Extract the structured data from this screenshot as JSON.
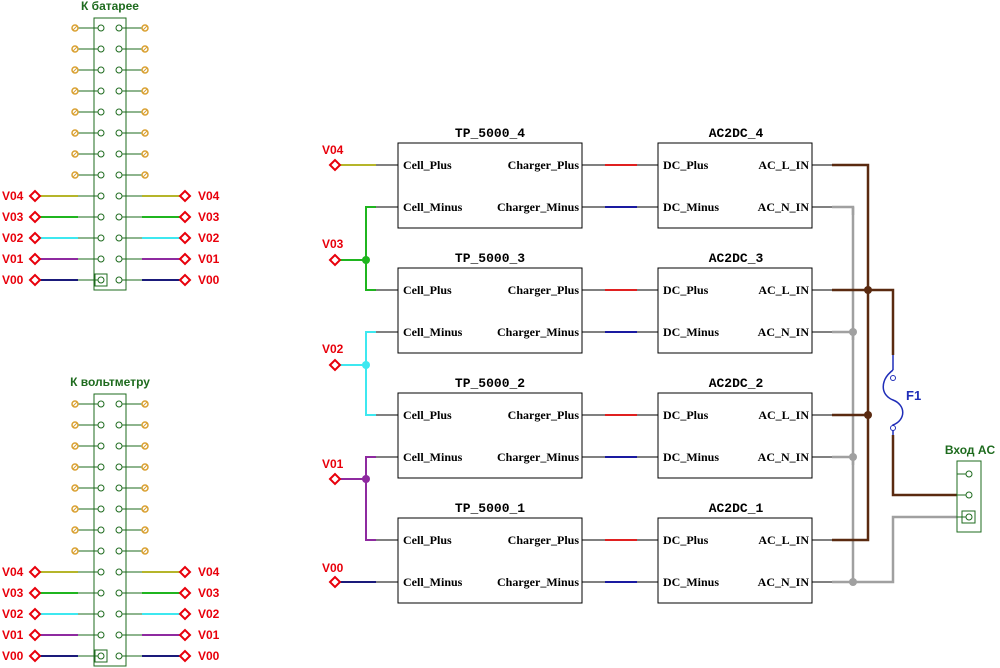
{
  "colors": {
    "net_label": "#e8000b",
    "connector": "#1e6b1e",
    "pin_dot": "#d9a030",
    "V04": "#b5b52a",
    "V03": "#1fb51f",
    "V02": "#3ee8f0",
    "V01": "#8e2aa0",
    "V00": "#1a1a7a",
    "ac_line": "#5a2a10",
    "ac_neutral": "#a0a0a0",
    "plus": "#e02020",
    "minus": "#1a1aa0",
    "fuse": "#1f2db8"
  },
  "connectors": [
    {
      "title": "К батарее",
      "nets": [
        "V04",
        "V03",
        "V02",
        "V01",
        "V00"
      ]
    },
    {
      "title": "К вольтметру",
      "nets": [
        "V04",
        "V03",
        "V02",
        "V01",
        "V00"
      ]
    }
  ],
  "net_labels": {
    "V04": "V04",
    "V03": "V03",
    "V02": "V02",
    "V01": "V01",
    "V00": "V00"
  },
  "chargers": [
    {
      "name": "TP_5000_4",
      "pin_cell_plus": "Cell_Plus",
      "pin_cell_minus": "Cell_Minus",
      "pin_charger_plus": "Charger_Plus",
      "pin_charger_minus": "Charger_Minus"
    },
    {
      "name": "TP_5000_3",
      "pin_cell_plus": "Cell_Plus",
      "pin_cell_minus": "Cell_Minus",
      "pin_charger_plus": "Charger_Plus",
      "pin_charger_minus": "Charger_Minus"
    },
    {
      "name": "TP_5000_2",
      "pin_cell_plus": "Cell_Plus",
      "pin_cell_minus": "Cell_Minus",
      "pin_charger_plus": "Charger_Plus",
      "pin_charger_minus": "Charger_Minus"
    },
    {
      "name": "TP_5000_1",
      "pin_cell_plus": "Cell_Plus",
      "pin_cell_minus": "Cell_Minus",
      "pin_charger_plus": "Charger_Plus",
      "pin_charger_minus": "Charger_Minus"
    }
  ],
  "converters": [
    {
      "name": "AC2DC_4",
      "pin_dc_plus": "DC_Plus",
      "pin_dc_minus": "DC_Minus",
      "pin_ac_l": "AC_L_IN",
      "pin_ac_n": "AC_N_IN"
    },
    {
      "name": "AC2DC_3",
      "pin_dc_plus": "DC_Plus",
      "pin_dc_minus": "DC_Minus",
      "pin_ac_l": "AC_L_IN",
      "pin_ac_n": "AC_N_IN"
    },
    {
      "name": "AC2DC_2",
      "pin_dc_plus": "DC_Plus",
      "pin_dc_minus": "DC_Minus",
      "pin_ac_l": "AC_L_IN",
      "pin_ac_n": "AC_N_IN"
    },
    {
      "name": "AC2DC_1",
      "pin_dc_plus": "DC_Plus",
      "pin_dc_minus": "DC_Minus",
      "pin_ac_l": "AC_L_IN",
      "pin_ac_n": "AC_N_IN"
    }
  ],
  "schematic_nets": [
    "V04",
    "V03",
    "V02",
    "V01",
    "V00"
  ],
  "fuse": {
    "label": "F1"
  },
  "ac_input": {
    "title": "Вход AC"
  }
}
